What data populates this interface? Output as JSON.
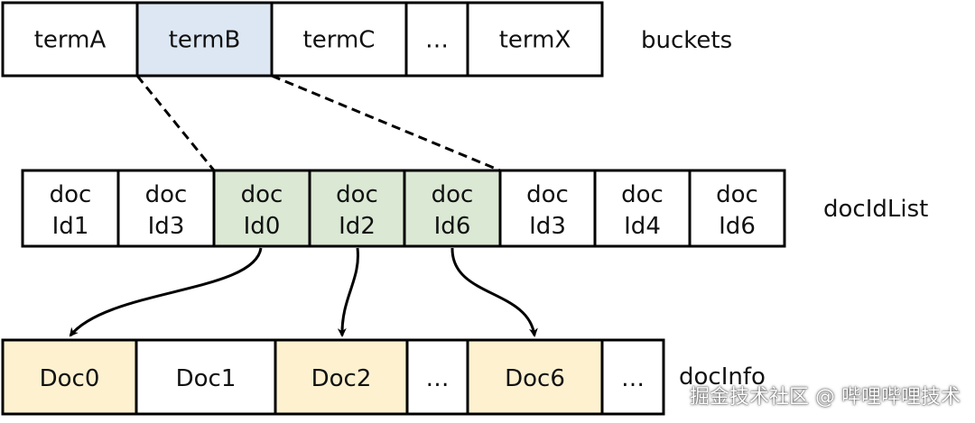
{
  "colors": {
    "stroke": "#000000",
    "blue_fill": "#dde7f3",
    "green_fill": "#dbe8d4",
    "yellow_fill": "#fdf1d0",
    "white_fill": "#ffffff"
  },
  "buckets": {
    "label": "buckets",
    "cells": [
      {
        "text": "termA",
        "highlight": "none"
      },
      {
        "text": "termB",
        "highlight": "blue"
      },
      {
        "text": "termC",
        "highlight": "none"
      },
      {
        "text": "…",
        "highlight": "none"
      },
      {
        "text": "termX",
        "highlight": "none"
      }
    ]
  },
  "doc_id_list": {
    "label": "docIdList",
    "cells": [
      {
        "line1": "doc",
        "line2": "Id1",
        "highlight": "none"
      },
      {
        "line1": "doc",
        "line2": "Id3",
        "highlight": "none"
      },
      {
        "line1": "doc",
        "line2": "Id0",
        "highlight": "green"
      },
      {
        "line1": "doc",
        "line2": "Id2",
        "highlight": "green"
      },
      {
        "line1": "doc",
        "line2": "Id6",
        "highlight": "green"
      },
      {
        "line1": "doc",
        "line2": "Id3",
        "highlight": "none"
      },
      {
        "line1": "doc",
        "line2": "Id4",
        "highlight": "none"
      },
      {
        "line1": "doc",
        "line2": "Id6",
        "highlight": "none"
      }
    ]
  },
  "doc_info": {
    "label": "docInfo",
    "cells": [
      {
        "text": "Doc0",
        "highlight": "yellow"
      },
      {
        "text": "Doc1",
        "highlight": "none"
      },
      {
        "text": "Doc2",
        "highlight": "yellow"
      },
      {
        "text": "…",
        "highlight": "none"
      },
      {
        "text": "Doc6",
        "highlight": "yellow"
      },
      {
        "text": "…",
        "highlight": "none"
      }
    ]
  },
  "watermark": "掘金技术社区 @ 哔哩哔哩技术"
}
